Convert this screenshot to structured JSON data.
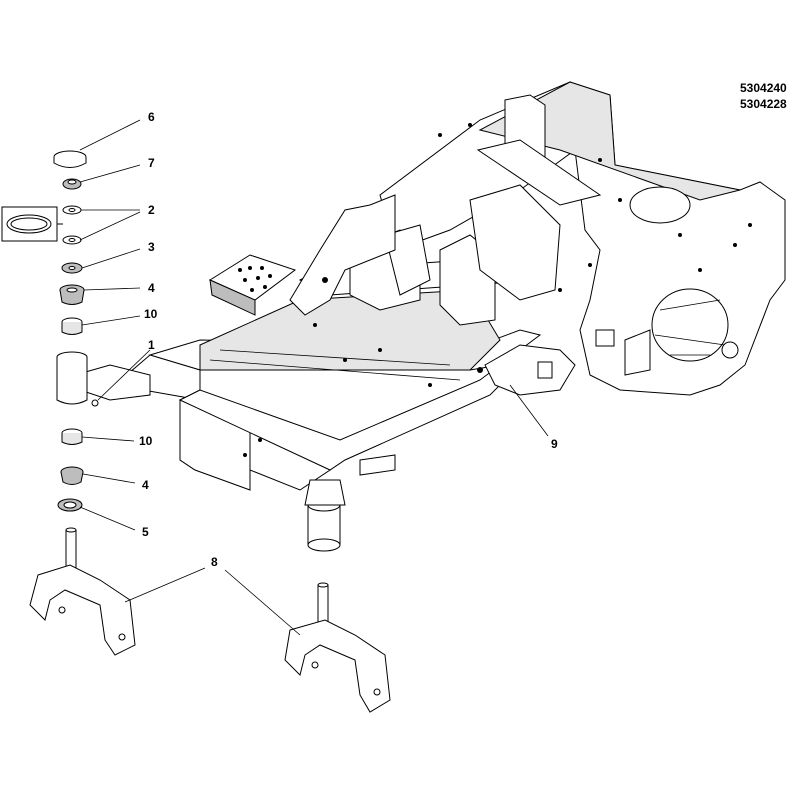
{
  "drawing": {
    "part_numbers": [
      "5304240",
      "5304228"
    ]
  },
  "callouts": [
    {
      "id": "callout-6",
      "label": "6"
    },
    {
      "id": "callout-7",
      "label": "7"
    },
    {
      "id": "callout-2",
      "label": "2"
    },
    {
      "id": "callout-3",
      "label": "3"
    },
    {
      "id": "callout-4-upper",
      "label": "4"
    },
    {
      "id": "callout-10-upper",
      "label": "10"
    },
    {
      "id": "callout-1",
      "label": "1"
    },
    {
      "id": "callout-10-lower",
      "label": "10"
    },
    {
      "id": "callout-4-lower",
      "label": "4"
    },
    {
      "id": "callout-5",
      "label": "5"
    },
    {
      "id": "callout-8",
      "label": "8"
    },
    {
      "id": "callout-9",
      "label": "9"
    }
  ]
}
